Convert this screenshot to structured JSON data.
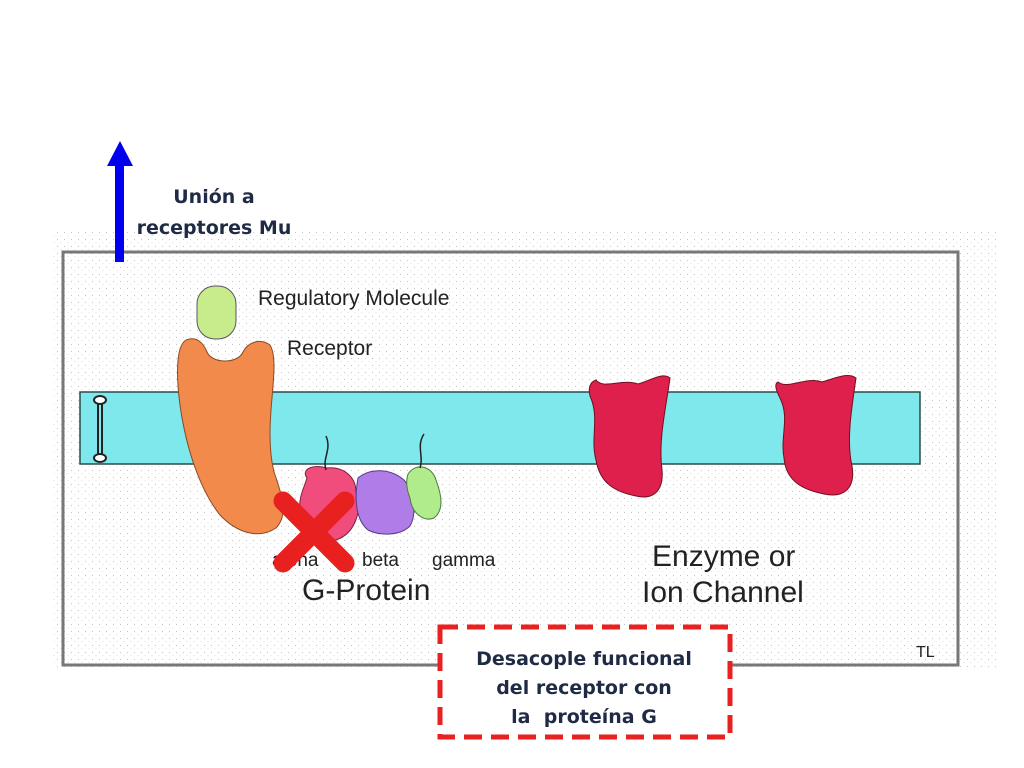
{
  "arrow_label": {
    "line1": "Unión a",
    "line2": "receptores Mu"
  },
  "figure": {
    "regulatory_molecule": "Regulatory Molecule",
    "receptor": "Receptor",
    "subunits": {
      "alpha": "alpha",
      "beta": "beta",
      "gamma": "gamma"
    },
    "g_protein": "G-Protein",
    "effector_line1": "Enzyme or",
    "effector_line2": "Ion Channel",
    "credit": "TL"
  },
  "callout": {
    "line1": "Desacople funcional",
    "line2": "del receptor con",
    "line3": "la  proteína G"
  },
  "colors": {
    "arrow": "#0000ee",
    "label_text": "#1f2a44",
    "membrane": "#7fe8ec",
    "receptor": "#f28a4c",
    "regulatory_molecule": "#c8ec8c",
    "alpha": "#f04c7c",
    "beta": "#b07ce8",
    "gamma": "#b0ec8c",
    "channel": "#e0204c",
    "cross": "#e82020",
    "callout_border": "#e82020"
  }
}
